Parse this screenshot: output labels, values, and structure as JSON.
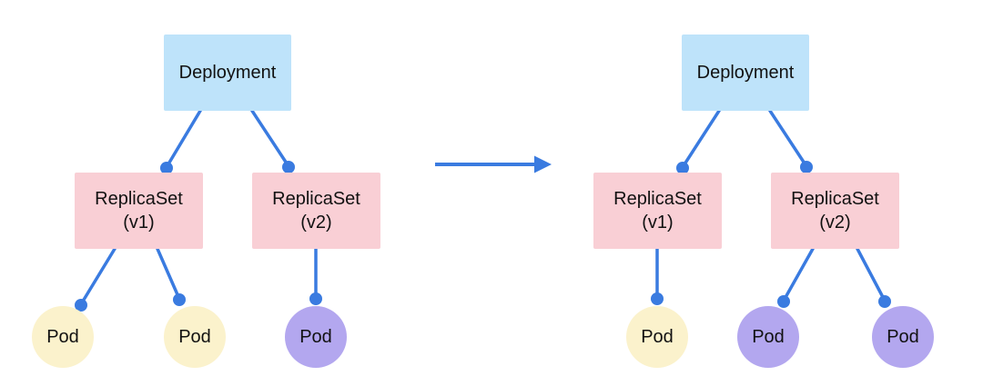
{
  "colors": {
    "background": "#ffffff",
    "text": "#111111",
    "edge_blue": "#3A7BE0",
    "deployment_fill": "#BEE3FA",
    "replicaset_fill": "#F9CFD5",
    "pod_v1_fill": "#FBF2CC",
    "pod_v2_fill": "#B3A7EF"
  },
  "left": {
    "deployment": {
      "label": "Deployment"
    },
    "rs1": {
      "line1": "ReplicaSet",
      "line2": "(v1)"
    },
    "rs2": {
      "line1": "ReplicaSet",
      "line2": "(v2)"
    },
    "pods": {
      "p1": "Pod",
      "p2": "Pod",
      "p3": "Pod"
    }
  },
  "right": {
    "deployment": {
      "label": "Deployment"
    },
    "rs1": {
      "line1": "ReplicaSet",
      "line2": "(v1)"
    },
    "rs2": {
      "line1": "ReplicaSet",
      "line2": "(v2)"
    },
    "pods": {
      "p1": "Pod",
      "p2": "Pod",
      "p3": "Pod"
    }
  }
}
